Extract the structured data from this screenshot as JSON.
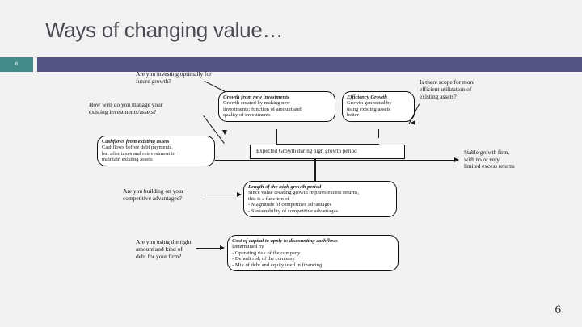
{
  "slide": {
    "title": "Ways of changing value…",
    "header_number": "6",
    "page_number": "6",
    "accent_teal": "#428a87",
    "accent_purple": "#535484",
    "background": "#f2f2f2"
  },
  "diagram": {
    "type": "flowchart",
    "questions": [
      {
        "id": "q-investing-optimally",
        "line1": "Are you investing optimally for",
        "line2": "future growth?"
      },
      {
        "id": "q-manage-existing",
        "line1": "How well do you manage your",
        "line2": "existing investments/assets?"
      },
      {
        "id": "q-efficient-utilization",
        "line1": "Is there scope for more",
        "line2": "efficient utilization of",
        "line3": "existing assets?"
      },
      {
        "id": "q-competitive-advantages",
        "line1": "Are you building on your",
        "line2": "competitive advantages?"
      },
      {
        "id": "q-right-debt",
        "line1": "Are you using the right",
        "line2": "amount and kind of",
        "line3": "debt for your firm?"
      }
    ],
    "outcome": {
      "id": "stable-growth-firm",
      "line1": "Stable growth firm,",
      "line2": "with no or very",
      "line3": "limited excess returns"
    },
    "boxes": [
      {
        "id": "growth-new-investments",
        "heading": "Growth from new investments",
        "body_lines": [
          "Growth created by making new",
          "investments; function of amount and",
          "quality of investments"
        ]
      },
      {
        "id": "efficiency-growth",
        "heading": "Efficiency Growth",
        "body_lines": [
          "Growth generated by",
          "using existing assets",
          "better"
        ]
      },
      {
        "id": "cashflows-existing-assets",
        "heading": "Cashflows from existing assets",
        "body_lines": [
          "Cashflows before debt payments,",
          "but after taxes and reinvestment to",
          "maintain existing assets"
        ]
      },
      {
        "id": "expected-growth",
        "heading": "",
        "body_lines": [
          "Expected Growth during high growth period"
        ]
      },
      {
        "id": "length-high-growth-period",
        "heading": "Length of the high growth period",
        "body_lines": [
          "Since value creating growth requires excess returns,",
          "this is a function of",
          "- Magnitude of competitive advantages",
          "- Sustainability of competitive advantages"
        ]
      },
      {
        "id": "cost-of-capital",
        "heading": "Cost of capital to apply to discounting cashflows",
        "body_lines": [
          "Determined by",
          "- Operating risk of the company",
          "- Default risk of the company",
          "- Mix of debt and equity used in financing"
        ]
      }
    ]
  }
}
